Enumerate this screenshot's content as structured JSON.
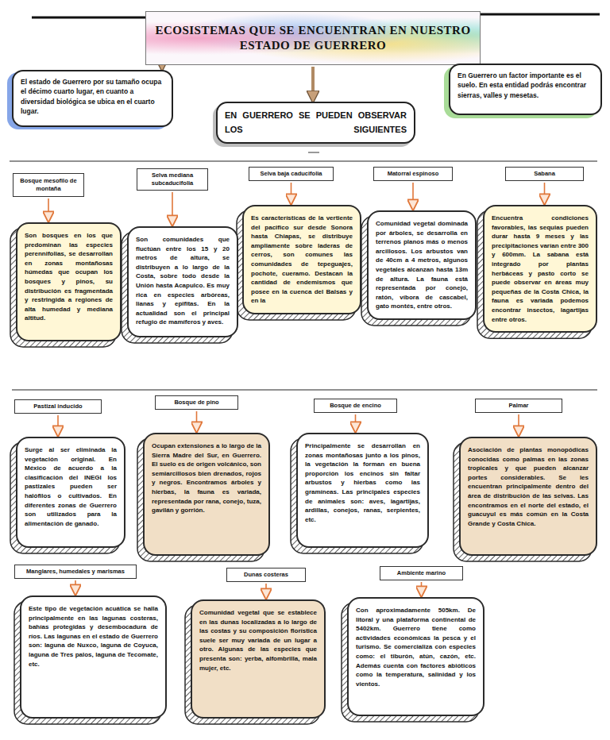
{
  "diagram": {
    "nodes": [
      {
        "text": [
          "ECOSISTEMAS QUE SE ENCUENTRAN EN NUESTRO ESTADO DE GUERRERO"
        ]
      },
      {
        "text": [
          "El estado de Guerrero por su tamaño ocupa el décimo cuarto lugar, en cuanto a diversidad biológica se ubica en el cuarto lugar."
        ]
      },
      {
        "text": [
          "En Guerrero un factor importante es el suelo. En esta entidad podrás encontrar sierras, valles y mesetas."
        ]
      },
      {
        "text": [
          "EN GUERRERO SE PUEDEN OBSERVAR LOS SIGUIENTES"
        ]
      },
      {
        "text": [
          "Bosque mesofilo de montaña"
        ]
      },
      {
        "text": [
          "Son bosques en los que predominan las especies perennifolias, se desarrollan en zonas montañosas húmedas que ocupan los bosques y pinos, su distribución es fragmentada y restringida a regiones de alta humedad y mediana altitud."
        ]
      },
      {
        "text": [
          "Selva mediana subcaducifolia"
        ]
      },
      {
        "text": [
          "Son comunidades que fluctúan entre los 15 y 20 metros de altura, se distribuyen a lo largo de la Costa, sobre todo desde la Unión hasta Acapulco. Es muy rica en especies arbóreas, lianas y epifitas. En la actualidad son el principal refugio de mamíferos y aves."
        ]
      },
      {
        "text": [
          "Selva baja caducifolia"
        ]
      },
      {
        "text": [
          "Es características de la vertiente del pacifico sur desde Sonora hasta Chiapas, se distribuye ampliamente sobre laderas de cerros, son comunes las comunidades de tepeguajes, pochote, cueramo. Destacan la cantidad de endemismos que posee en la cuenca del Balsas y en la"
        ]
      },
      {
        "text": [
          "Matorral espinoso"
        ]
      },
      {
        "text": [
          "Comunidad vegetal dominada por árboles, se desarrolla en terrenos planos más o menos arcillosos. Los arbustos van de 40cm a 4 metros, algunos vegetales alcanzan hasta 13m de altura. La fauna está representada por conejo, ratón, víbora de cascabel, gato montés, entre otros."
        ]
      },
      {
        "text": [
          "Sabana"
        ]
      },
      {
        "text": [
          "Encuentra condiciones favorables, las sequias pueden durar hasta 9 meses y las precipitaciones varían entre 300 y 600mm. La sabana está integrado por plantas herbáceas y pasto corto se puede observar en áreas muy pequeñas de la Costa Chica, la fauna es variada podemos encontrar insectos, lagartijas entre otros."
        ]
      },
      {
        "text": [
          "Pastizal inducido"
        ]
      },
      {
        "text": [
          "Surge al ser eliminada la vegetación original. En México de acuerdo a la clasificación del INEGI los pastizales pueden ser halófilos o cultivados. En diferentes zonas de Guerrero son utilizados para la alimentación de ganado."
        ]
      },
      {
        "text": [
          "Bosque de pino"
        ]
      },
      {
        "text": [
          "Ocupan extensiones a lo largo de la Sierra Madre del Sur, en Guerrero. El suelo es de origen volcánico, son semiarcillosos bien drenados, rojos y negros. Encontramos árboles y hierbas, la fauna es variada, representada por rana, conejo, tuza, gavilán y gorrión."
        ]
      },
      {
        "text": [
          "Bosque de encino"
        ]
      },
      {
        "text": [
          "Principalmente se desarrollan en zonas montañosas junto a los pinos, la vegetación la forman en buena proporción los encinos sin faltar arbustos y hierbas como las gramíneas. Las principales especies de animales son: aves, lagartijas, ardillas, conejos, ranas, serpientes, etc."
        ]
      },
      {
        "text": [
          "Palmar"
        ]
      },
      {
        "text": [
          "Asociación de plantas monopódicas conocidas como palmas en las zonas tropicales y que pueden alcanzar portes considerables. Se les encuentran principalmente dentro del área de distribución de las selvas. Las encontramos en el norte del estado, el guacuyul es más común en la Costa Grande y Costa Chica."
        ]
      },
      {
        "text": [
          "Manglares, humedales y marismas"
        ]
      },
      {
        "text": [
          "Este tipo de vegetación acuática se halla principalmente en las lagunas costeras, bahías protegidas y desembocadura de ríos. Las lagunas en el estado de Guerrero son: laguna de Nuxco, laguna de Coyuca, laguna de Tres palos, laguna de Tecomate, etc."
        ]
      },
      {
        "text": [
          "Dunas costeras"
        ]
      },
      {
        "text": [
          "Comunidad vegetal que se establece en las dunas localizadas a lo largo de las costas y su composición florística suele ser muy variada de un lugar a otro. Algunas de las especies que presenta son: yerba, alfombrilla, mala mujer, etc."
        ]
      },
      {
        "text": [
          "Ambiente marino"
        ]
      },
      {
        "text": [
          "Con aproximadamente 505km. De litoral y una plataforma continental de 5402km. Guerrero tiene como actividades económicas la pesca y el turismo. Se comercializa con especies como: el tiburón, atún, cazón, etc. Además cuenta con factores abióticos como la temperatura, salinidad y los vientos."
        ]
      }
    ],
    "edges": [
      {
        "from": 0,
        "to": 1,
        "arrow": "to"
      },
      {
        "from": 0,
        "to": 2,
        "arrow": "to"
      },
      {
        "from": 0,
        "to": 3,
        "arrow": "to"
      },
      {
        "from": 4,
        "to": 5,
        "arrow": "to"
      },
      {
        "from": 6,
        "to": 7,
        "arrow": "to"
      },
      {
        "from": 8,
        "to": 9,
        "arrow": "to"
      },
      {
        "from": 10,
        "to": 11,
        "arrow": "to"
      },
      {
        "from": 12,
        "to": 13,
        "arrow": "to"
      },
      {
        "from": 14,
        "to": 15,
        "arrow": "to"
      },
      {
        "from": 16,
        "to": 17,
        "arrow": "to"
      },
      {
        "from": 18,
        "to": 19,
        "arrow": "to"
      },
      {
        "from": 20,
        "to": 21,
        "arrow": "to"
      },
      {
        "from": 22,
        "to": 23,
        "arrow": "to"
      },
      {
        "from": 24,
        "to": 25,
        "arrow": "to"
      },
      {
        "from": 26,
        "to": 27,
        "arrow": "to"
      }
    ]
  }
}
